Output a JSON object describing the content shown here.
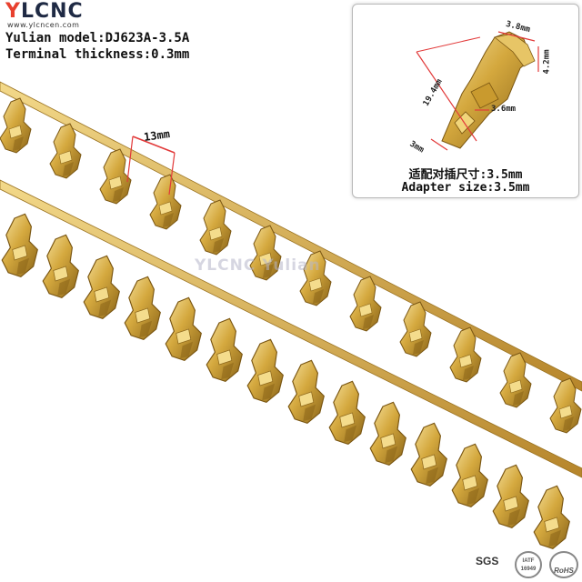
{
  "brand": {
    "logo_y": "Y",
    "logo_rest": "LCNC",
    "website": "www.ylcncen.com"
  },
  "specs": {
    "model": "Yulian model:DJ623A-3.5A",
    "thickness": "Terminal thickness:0.3mm"
  },
  "inset": {
    "dim_width": "3.8mm",
    "dim_height": "4.2mm",
    "dim_length": "19.4mm",
    "dim_crimp": "3.6mm",
    "dim_tail": "3mm",
    "adapter_cn": "适配对插尺寸:3.5mm",
    "adapter_en": "Adapter size:3.5mm"
  },
  "pitch_label": "13mm",
  "watermark": "YLCNC Yulian",
  "certs": {
    "sgs": "SGS",
    "iatf": "IATF 16949",
    "rohs": "RoHS"
  },
  "colors": {
    "gold_light": "#f1d57a",
    "gold_mid": "#c99a2e",
    "gold_dark": "#8a6418",
    "accent_red": "#e8402e",
    "dim_line": "#e23a3a"
  }
}
